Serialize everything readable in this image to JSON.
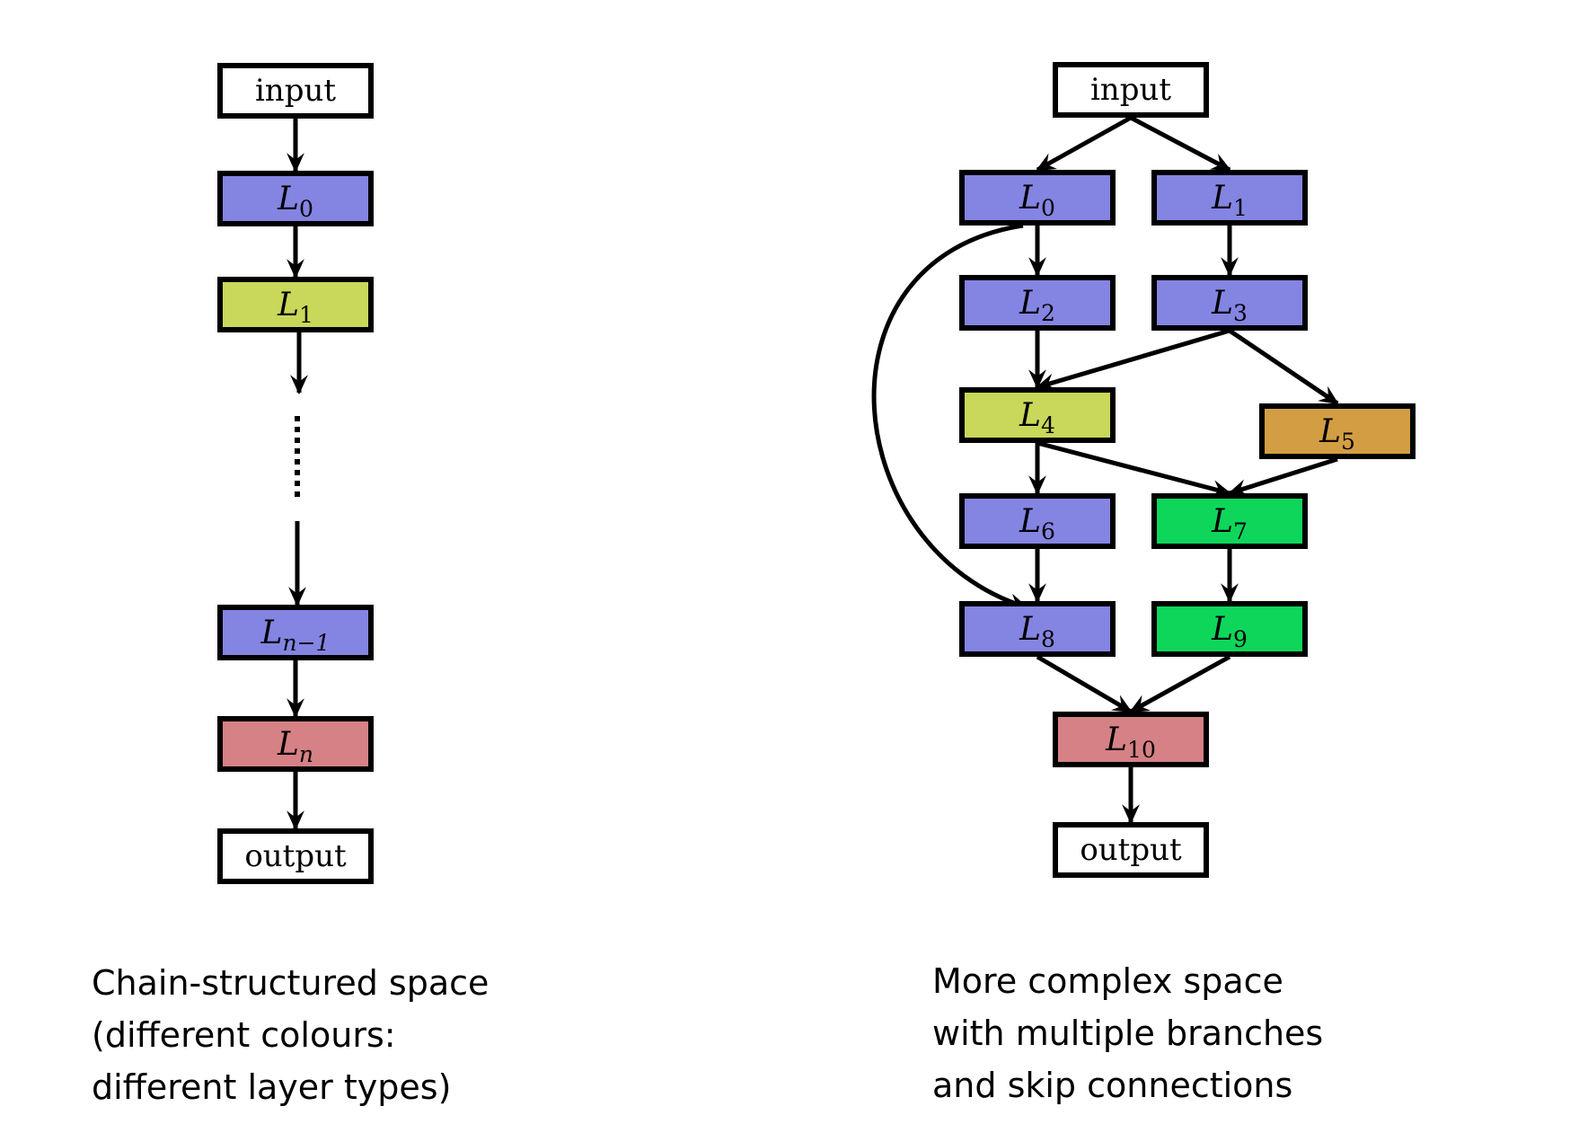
{
  "colors": {
    "white": "#ffffff",
    "purple": "#8484e2",
    "yellow": "#c9d75a",
    "orange": "#d39e43",
    "green": "#0ed65b",
    "red": "#d68185"
  },
  "left_diagram": {
    "nodes": [
      {
        "id": "input",
        "label": "input",
        "color": "white"
      },
      {
        "id": "L0",
        "base": "L",
        "sub": "0",
        "color": "purple"
      },
      {
        "id": "L1",
        "base": "L",
        "sub": "1",
        "color": "yellow"
      },
      {
        "id": "Ln-1",
        "base": "L",
        "sub": "n−1",
        "color": "purple"
      },
      {
        "id": "Ln",
        "base": "L",
        "sub": "n",
        "color": "red"
      },
      {
        "id": "output",
        "label": "output",
        "color": "white"
      }
    ],
    "edges": [
      {
        "from": "input",
        "to": "L0"
      },
      {
        "from": "L0",
        "to": "L1"
      },
      {
        "from": "L1",
        "to": "ellipsis"
      },
      {
        "from": "ellipsis",
        "to": "Ln-1"
      },
      {
        "from": "Ln-1",
        "to": "Ln"
      },
      {
        "from": "Ln",
        "to": "output"
      }
    ],
    "caption": [
      "Chain-structured space",
      "(different colours:",
      "different layer types)"
    ]
  },
  "right_diagram": {
    "nodes": [
      {
        "id": "input",
        "label": "input",
        "color": "white"
      },
      {
        "id": "L0",
        "base": "L",
        "sub": "0",
        "color": "purple"
      },
      {
        "id": "L1",
        "base": "L",
        "sub": "1",
        "color": "purple"
      },
      {
        "id": "L2",
        "base": "L",
        "sub": "2",
        "color": "purple"
      },
      {
        "id": "L3",
        "base": "L",
        "sub": "3",
        "color": "purple"
      },
      {
        "id": "L4",
        "base": "L",
        "sub": "4",
        "color": "yellow"
      },
      {
        "id": "L5",
        "base": "L",
        "sub": "5",
        "color": "orange"
      },
      {
        "id": "L6",
        "base": "L",
        "sub": "6",
        "color": "purple"
      },
      {
        "id": "L7",
        "base": "L",
        "sub": "7",
        "color": "green"
      },
      {
        "id": "L8",
        "base": "L",
        "sub": "8",
        "color": "purple"
      },
      {
        "id": "L9",
        "base": "L",
        "sub": "9",
        "color": "green"
      },
      {
        "id": "L10",
        "base": "L",
        "sub": "10",
        "color": "red"
      },
      {
        "id": "output",
        "label": "output",
        "color": "white"
      }
    ],
    "edges": [
      {
        "from": "input",
        "to": "L0"
      },
      {
        "from": "input",
        "to": "L1"
      },
      {
        "from": "L0",
        "to": "L2"
      },
      {
        "from": "L1",
        "to": "L3"
      },
      {
        "from": "L2",
        "to": "L4"
      },
      {
        "from": "L3",
        "to": "L4"
      },
      {
        "from": "L3",
        "to": "L5"
      },
      {
        "from": "L4",
        "to": "L6"
      },
      {
        "from": "L4",
        "to": "L7"
      },
      {
        "from": "L5",
        "to": "L7"
      },
      {
        "from": "L6",
        "to": "L8"
      },
      {
        "from": "L0",
        "to": "L8",
        "kind": "skip"
      },
      {
        "from": "L7",
        "to": "L9"
      },
      {
        "from": "L8",
        "to": "L10"
      },
      {
        "from": "L9",
        "to": "L10"
      },
      {
        "from": "L10",
        "to": "output"
      }
    ],
    "caption": [
      "More complex space",
      "with multiple branches",
      "and skip connections"
    ]
  }
}
